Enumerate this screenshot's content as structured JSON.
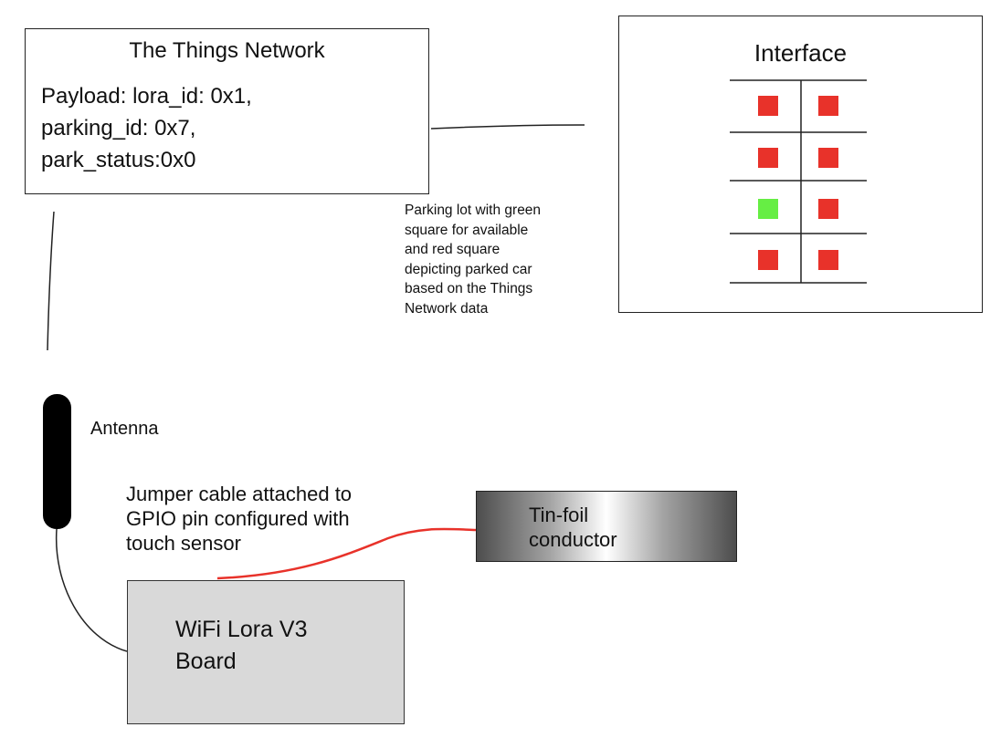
{
  "ttn": {
    "title": "The Things Network",
    "payload_lines": [
      "Payload: lora_id: 0x1,",
      "parking_id: 0x7,",
      "park_status:0x0"
    ]
  },
  "interface": {
    "title": "Interface",
    "slots": [
      {
        "left": "occupied",
        "right": "occupied"
      },
      {
        "left": "occupied",
        "right": "occupied"
      },
      {
        "left": "available",
        "right": "occupied"
      },
      {
        "left": "occupied",
        "right": "occupied"
      }
    ]
  },
  "note": {
    "lines": [
      "Parking lot with green",
      "square for available",
      "and red square",
      "depicting parked car",
      "based on the Things",
      "Network data"
    ]
  },
  "antenna": {
    "label": "Antenna"
  },
  "jumper": {
    "lines": [
      "Jumper cable attached to",
      "GPIO pin configured with",
      "touch sensor"
    ]
  },
  "tinfoil": {
    "lines": [
      "Tin-foil",
      "conductor"
    ]
  },
  "board": {
    "lines": [
      "WiFi Lora V3",
      "Board"
    ]
  },
  "colors": {
    "occupied": "#e8322a",
    "available": "#66ee44",
    "cable": "#e8322a",
    "board_fill": "#d9d9d9"
  }
}
